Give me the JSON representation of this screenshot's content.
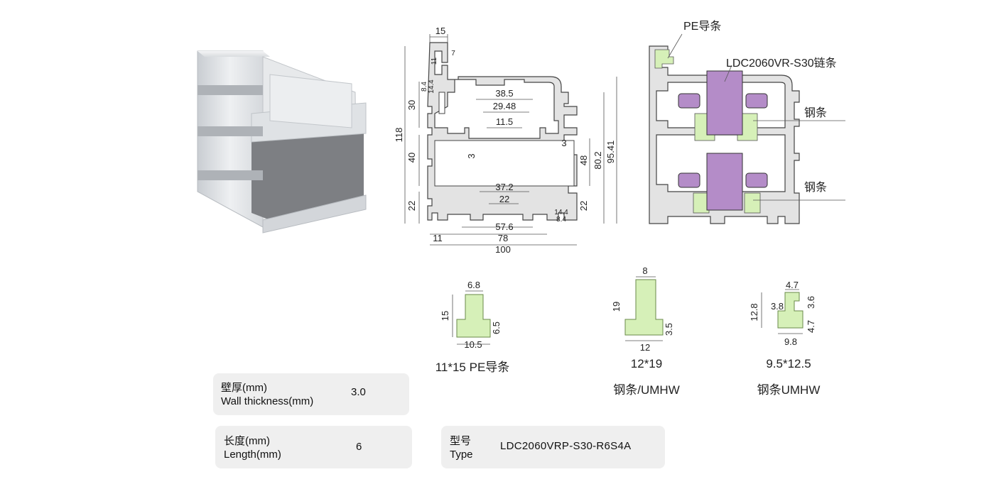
{
  "profile_section": {
    "dims": {
      "top_tab_width": "15",
      "tab_h1": "11",
      "tab_h2": "7",
      "slot_a": "8.4",
      "slot_b": "14.4",
      "upper_h": "30",
      "total_h": "118",
      "mid_h": "40",
      "lower_h": "22",
      "inner_w1": "38.5",
      "inner_w2": "29.48",
      "inner_w3": "11.5",
      "wall_l": "3",
      "wall_r": "3",
      "right_h1": "48",
      "right_h2": "80.2",
      "right_h3": "95.41",
      "lower_w1": "37.2",
      "lower_w2": "22",
      "right_low_h": "22",
      "br_slot_a": "14.4",
      "br_slot_b": "8.4",
      "bot_w1": "57.6",
      "bot_w2": "11",
      "bot_w3": "78",
      "bot_w4": "100"
    }
  },
  "assembly": {
    "pe_label": "PE导条",
    "chain_label": "LDC2060VR-S30链条",
    "steel_label_1": "钢条",
    "steel_label_2": "钢条"
  },
  "strips": {
    "pe": {
      "top": "6.8",
      "height": "15",
      "step": "6.5",
      "bottom": "10.5",
      "caption": "11*15 PE导条"
    },
    "steel1": {
      "top": "8",
      "height": "19",
      "step": "3.5",
      "bottom": "12",
      "caption_1": "12*19",
      "caption_2": "钢条/UMHW"
    },
    "steel2": {
      "top": "4.7",
      "height": "12.8",
      "inner": "3.8",
      "step_r": "3.6",
      "step_r2": "4.7",
      "bottom": "9.8",
      "caption_1": "9.5*12.5",
      "caption_2": "钢条UMHW"
    }
  },
  "specs": {
    "wall": {
      "label_cn": "壁厚(mm)",
      "label_en": "Wall thickness(mm)",
      "value": "3.0"
    },
    "length": {
      "label_cn": "长度(mm)",
      "label_en": "Length(mm)",
      "value": "6"
    },
    "type": {
      "label_cn": "型号",
      "label_en": "Type",
      "value": "LDC2060VRP-S30-R6S4A"
    }
  },
  "colors": {
    "profile_fill": "#e3e3e3",
    "profile_stroke": "#555555",
    "chain": "#b48cc8",
    "strip": "#d6f0b8",
    "card": "#efefef"
  }
}
